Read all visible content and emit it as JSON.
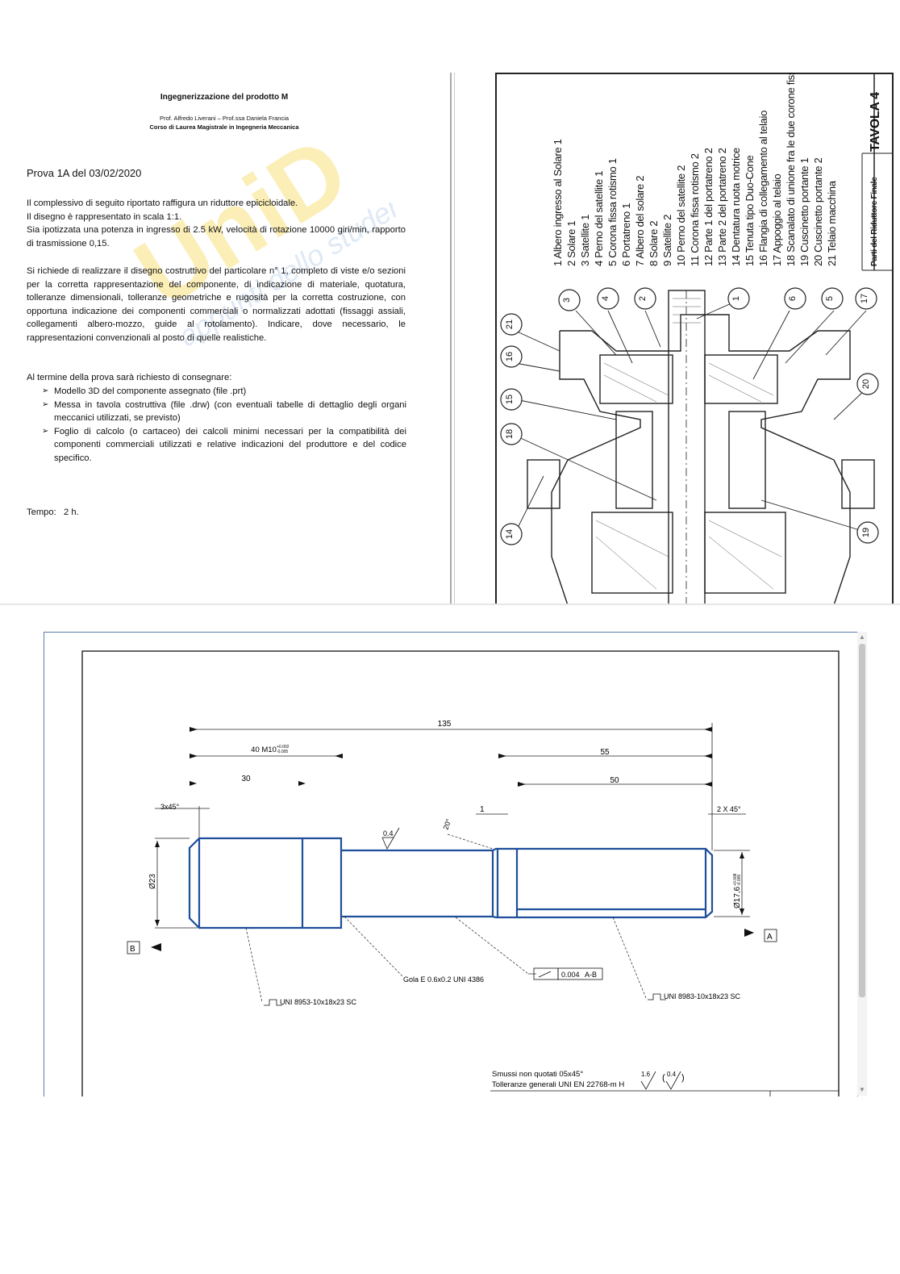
{
  "exam": {
    "watermark": "UniD.net appunti dello studente",
    "course_title": "Ingegnerizzazione del prodotto M",
    "professors": "Prof. Alfredo Liverani – Prof.ssa Daniela Francia",
    "degree": "Corso di Laurea Magistrale in Ingegneria Meccanica",
    "test_title": "Prova 1A del 03/02/2020",
    "para1_line1": "Il complessivo di seguito riportato raffigura un riduttore epicicloidale.",
    "para1_line2": "Il disegno è rappresentato in scala 1:1.",
    "para1_line3": "Sia ipotizzata una potenza in ingresso di 2.5 kW, velocità di rotazione 10000 giri/min, rapporto di trasmissione 0,15.",
    "para2": "Si richiede di realizzare il disegno costruttivo del particolare n° 1, completo di viste e/o sezioni per la corretta rappresentazione del componente, di indicazione di materiale, quotatura, tolleranze dimensionali, tolleranze geometriche e rugosità per la corretta costruzione, con opportuna indicazione dei componenti commerciali o normalizzati adottati (fissaggi assiali, collegamenti albero-mozzo, guide al rotolamento). Indicare, dove necessario, le rappresentazioni convenzionali al posto di quelle realistiche.",
    "para3": "Al termine della prova sarà richiesto di consegnare:",
    "bullets": [
      "Modello 3D del componente assegnato (file .prt)",
      "Messa in tavola costruttiva (file .drw) (con eventuali tabelle di dettaglio degli organi meccanici utilizzati, se previsto)",
      "Foglio di calcolo (o cartaceo) dei calcoli minimi necessari per la compatibilità dei componenti commerciali utilizzati e relative indicazioni del produttore e del codice specifico."
    ],
    "time_label": "Tempo:",
    "time_value": "2  h."
  },
  "tavola": {
    "sheet": "TAVOLA 4",
    "legend_title": "Parti del Riduttore Finale",
    "legend": [
      "1  Albero ingresso al Solare 1",
      "2  Solare 1",
      "3  Satellite 1",
      "4  Perno del satellite 1",
      "5  Corona fissa rotismo 1",
      "6  Portatreno 1",
      "7  Albero del solare 2",
      "8  Solare 2",
      "9  Satellite 2",
      "10  Perno del satellite 2",
      "11  Corona fissa rotismo 2",
      "12  Parte 1 del portatreno 2",
      "13  Parte 2 del portatreno 2",
      "14  Dentatura ruota motrice",
      "15  Tenuta tipo Duo-Cone",
      "16  Flangia di collegamento al telaio",
      "17  Appoggio al telaio",
      "18  Scanalato di unione fra le due corone fisse",
      "19  Cuscinetto portante 1",
      "20  Cuscinetto portante 2",
      "21  Telaio macchina"
    ],
    "balloons": [
      "3",
      "4",
      "2",
      "1",
      "6",
      "5",
      "17",
      "21",
      "16",
      "15",
      "18",
      "14",
      "20",
      "19"
    ]
  },
  "drawing": {
    "dim_total": "135",
    "dim_40": "40 M10",
    "dim_40_tol_up": "+0.002",
    "dim_40_tol_dn": "-0.005",
    "dim_30": "30",
    "dim_55": "55",
    "dim_50": "50",
    "chamfer_left": "3x45°",
    "chamfer_right": "2 X 45°",
    "dim_1": "1",
    "angle": "20°",
    "roughness": "0.4",
    "diam_left": "Ø23",
    "diam_right": "Ø17,6",
    "diam_right_tol_up": "+0.008",
    "diam_right_tol_dn": "-0.005",
    "datum_b": "B",
    "datum_a": "A",
    "groove_note": "Gola E 0.6x0.2 UNI 4386",
    "runout_value": "0.004",
    "runout_ref": "A-B",
    "spline_left": "UNI 8953-10x18x23 SC",
    "spline_right": "UNI 8983-10x18x23 SC",
    "note_chamfer": "Smussi non quotati 05x45°",
    "note_tol": "Tolleranze generali UNI EN 22768-m H",
    "rough_general": "1.6",
    "rough_other": "0.4"
  }
}
